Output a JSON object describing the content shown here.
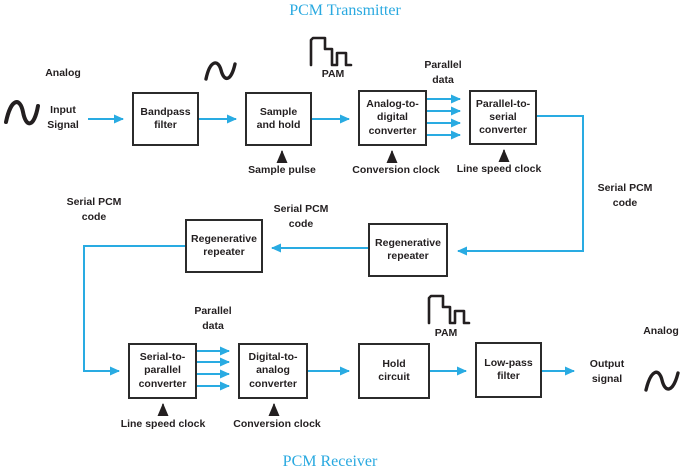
{
  "titles": {
    "transmitter": "PCM Transmitter",
    "receiver": "PCM Receiver"
  },
  "colors": {
    "accent_line": "#29abe2",
    "ink": "#231f20"
  },
  "icons": {
    "input_wave": "sine-wave-icon",
    "filtered_wave": "sine-wave-icon",
    "output_wave": "sine-wave-icon",
    "pam_top": "pam-waveform-icon",
    "pam_bottom": "pam-waveform-icon"
  },
  "blocks": {
    "bandpass_filter": "Bandpass\nfilter",
    "sample_and_hold": "Sample\nand hold",
    "adc": "Analog-to-\ndigital\nconverter",
    "parallel_to_serial": "Parallel-to-\nserial\nconverter",
    "repeater_right": "Regenerative\nrepeater",
    "repeater_left": "Regenerative\nrepeater",
    "serial_to_parallel": "Serial-to-\nparallel\nconverter",
    "dac": "Digital-to-\nanalog\nconverter",
    "hold_circuit": "Hold\ncircuit",
    "low_pass_filter": "Low-pass\nfilter"
  },
  "labels": {
    "analog_input": "Analog",
    "input_signal": "Input\nSignal",
    "pam_top": "PAM",
    "parallel_data_top": "Parallel\ndata",
    "sample_pulse": "Sample pulse",
    "conversion_clock_top": "Conversion clock",
    "line_speed_clock_top": "Line speed clock",
    "serial_pcm_code_right": "Serial PCM\ncode",
    "serial_pcm_code_left": "Serial PCM\ncode",
    "serial_pcm_code_mid": "Serial PCM\ncode",
    "parallel_data_bottom": "Parallel\ndata",
    "line_speed_clock_bottom": "Line speed clock",
    "conversion_clock_bottom": "Conversion clock",
    "pam_bottom": "PAM",
    "analog_output": "Analog",
    "output_signal": "Output\nsignal"
  }
}
